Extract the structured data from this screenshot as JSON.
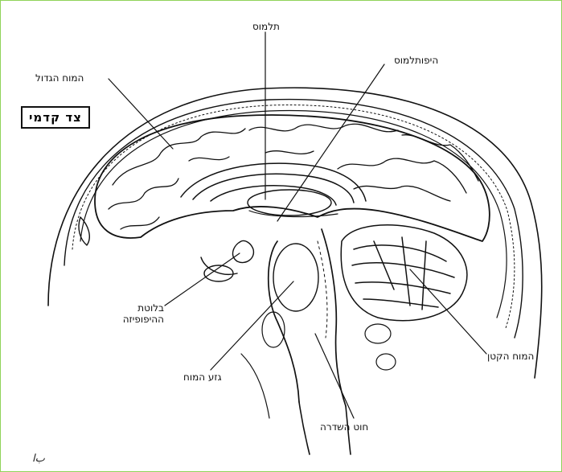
{
  "labels": {
    "thalamus": "תלמוס",
    "hypothalamus": "היפותלמוס",
    "cerebrum": "המוח הגדול",
    "anterior_side": "צד קדמי",
    "pituitary_line1": "בלוטת",
    "pituitary_line2": "ההיפופיזה",
    "brainstem": "גזע המוח",
    "cerebellum": "המוח הקטן",
    "spinal_cord": "חוט השדרה"
  },
  "signature": "ﺏﺍ"
}
